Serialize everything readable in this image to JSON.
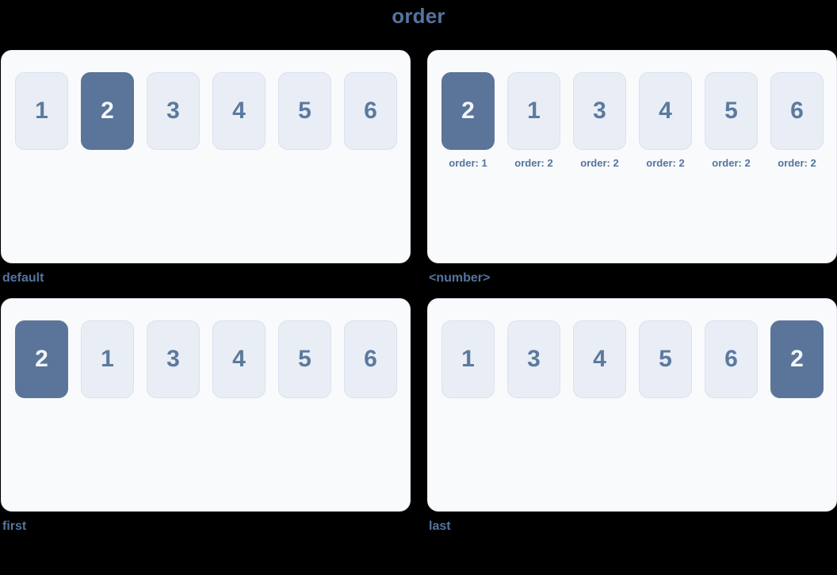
{
  "title": "order",
  "colors": {
    "page_background": "#000000",
    "panel_background": "#f8fafc",
    "panel_border": "#e6eaf2",
    "item_background": "#e9edf5",
    "item_border": "#dbe2ee",
    "highlight_background": "#5a7599",
    "highlight_text": "#f2f5fa",
    "accent_text": "#5474a0",
    "item_number_text": "#5b7a9e"
  },
  "panels": [
    {
      "caption": "default",
      "items": [
        {
          "label": "1",
          "highlight": false
        },
        {
          "label": "2",
          "highlight": true
        },
        {
          "label": "3",
          "highlight": false
        },
        {
          "label": "4",
          "highlight": false
        },
        {
          "label": "5",
          "highlight": false
        },
        {
          "label": "6",
          "highlight": false
        }
      ]
    },
    {
      "caption": "<number>",
      "items": [
        {
          "label": "2",
          "highlight": true,
          "sub": "order: 1"
        },
        {
          "label": "1",
          "highlight": false,
          "sub": "order: 2"
        },
        {
          "label": "3",
          "highlight": false,
          "sub": "order: 2"
        },
        {
          "label": "4",
          "highlight": false,
          "sub": "order: 2"
        },
        {
          "label": "5",
          "highlight": false,
          "sub": "order: 2"
        },
        {
          "label": "6",
          "highlight": false,
          "sub": "order: 2"
        }
      ]
    },
    {
      "caption": "first",
      "items": [
        {
          "label": "2",
          "highlight": true
        },
        {
          "label": "1",
          "highlight": false
        },
        {
          "label": "3",
          "highlight": false
        },
        {
          "label": "4",
          "highlight": false
        },
        {
          "label": "5",
          "highlight": false
        },
        {
          "label": "6",
          "highlight": false
        }
      ]
    },
    {
      "caption": "last",
      "items": [
        {
          "label": "1",
          "highlight": false
        },
        {
          "label": "3",
          "highlight": false
        },
        {
          "label": "4",
          "highlight": false
        },
        {
          "label": "5",
          "highlight": false
        },
        {
          "label": "6",
          "highlight": false
        },
        {
          "label": "2",
          "highlight": true
        }
      ]
    }
  ]
}
